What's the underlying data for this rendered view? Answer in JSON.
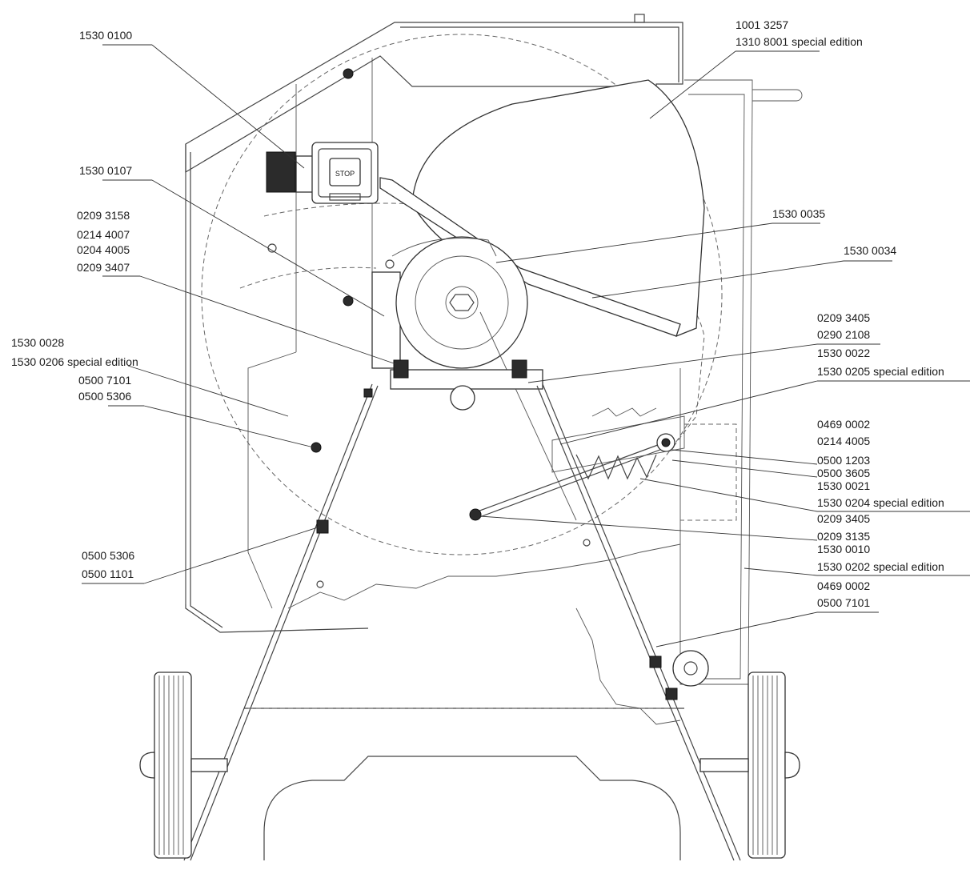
{
  "stop_text": "STOP",
  "labels": {
    "l01": "1530 0100",
    "l02": "1001 3257",
    "l03": "1310 8001 special edition",
    "l04": "1530 0107",
    "l05": "0209 3158",
    "l06": "0214 4007",
    "l07": "0204 4005",
    "l08": "0209 3407",
    "l09": "1530 0035",
    "l10": "1530 0034",
    "l11": "1530 0028",
    "l12": "1530 0206 special edition",
    "l13": "0500 7101",
    "l14": "0500 5306",
    "l15": "0209 3405",
    "l16": "0290 2108",
    "l17": "1530 0022",
    "l18": "1530 0205 special edition",
    "l19": "0469 0002",
    "l20": "0214 4005",
    "l21": "0500 1203",
    "l22": "0500 3605",
    "l23": "1530 0021",
    "l24": "1530 0204 special edition",
    "l25": "0209 3405",
    "l26": "0209 3135",
    "l27": "1530 0010",
    "l28": "1530 0202 special edition",
    "l29": "0469 0002",
    "l30": "0500 7101",
    "l31": "0500 5306",
    "l32": "0500 1101"
  }
}
